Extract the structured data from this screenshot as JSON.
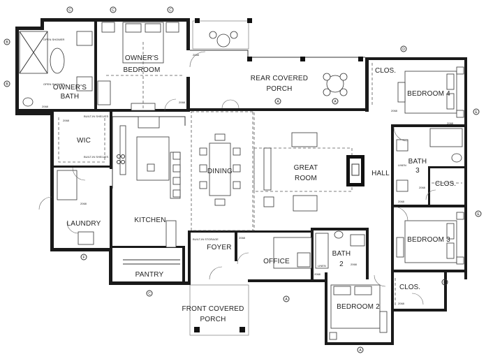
{
  "rooms": {
    "owners_bath": [
      "OWNER'S",
      "BATH"
    ],
    "owners_bedroom": [
      "OWNER'S",
      "BEDROOM"
    ],
    "rear_porch": [
      "REAR COVERED",
      "PORCH"
    ],
    "closet": "CLOS.",
    "bedroom_4": "BEDROOM 4",
    "wic": "WIC",
    "dining": "DINING",
    "great_room": [
      "GREAT",
      "ROOM"
    ],
    "hall": "HALL",
    "bath_3": [
      "BATH",
      "3"
    ],
    "laundry": "LAUNDRY",
    "kitchen": "KITCHEN",
    "bedroom_3": "BEDROOM 3",
    "foyer": "FOYER",
    "office": "OFFICE",
    "bath_2": [
      "BATH",
      "2"
    ],
    "pantry": "PANTRY",
    "front_porch": [
      "FRONT COVERED",
      "PORCH"
    ],
    "bedroom_2": "BEDROOM 2"
  },
  "door_tag": "2068",
  "notes": {
    "built_in_shelves": "BUILT-IN SHELVES",
    "built_in_storage": "BUILT-IN STORAGE",
    "linen": "LINEN",
    "open_shower": "OPEN SHOWER"
  },
  "section_markers": [
    "A",
    "B",
    "C",
    "D",
    "E",
    "F"
  ]
}
